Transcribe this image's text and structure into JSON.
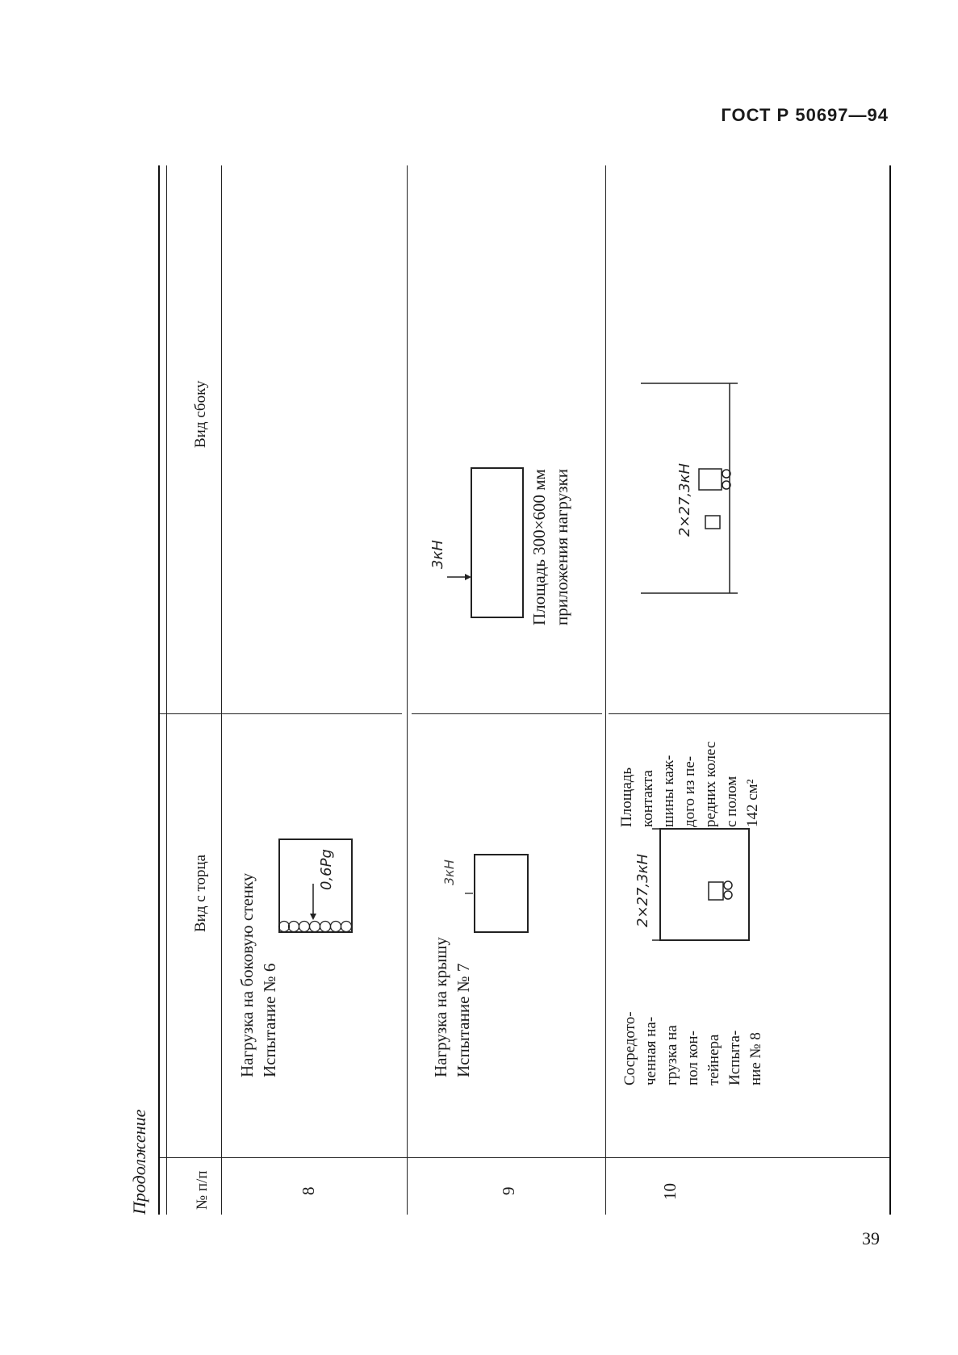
{
  "document": {
    "standard_code": "ГОСТ Р 50697—94",
    "page_number": "39",
    "continuation_label": "Продолжение"
  },
  "table": {
    "headers": {
      "number": "№ п/п",
      "end_view": "Вид с торца",
      "side_view": "Вид сбоку"
    },
    "rows": [
      {
        "number": "8",
        "description": [
          "Нагрузка на боковую стенку",
          "Испытание № 6"
        ],
        "end_view_label": "0,6Pg",
        "side_view_note": []
      },
      {
        "number": "9",
        "description": [
          "Нагрузка на крышу",
          "Испытание № 7"
        ],
        "end_view_label": "3кН",
        "side_view_label": "3кН",
        "side_view_note": [
          "Площадь 300×600 мм",
          "приложения нагрузки"
        ]
      },
      {
        "number": "10",
        "description": [
          "Сосредото-",
          "ченная на-",
          "грузка на",
          "пол кон-",
          "тейнера",
          "Испыта-",
          "ние № 8"
        ],
        "end_view_label": "2×27,3кН",
        "end_view_note": [
          "Площадь",
          "контакта",
          "шины каж-",
          "дого из пе-",
          "редних колес",
          "с полом",
          "142 см²"
        ],
        "side_view_label": "2×27,3кН"
      }
    ]
  }
}
